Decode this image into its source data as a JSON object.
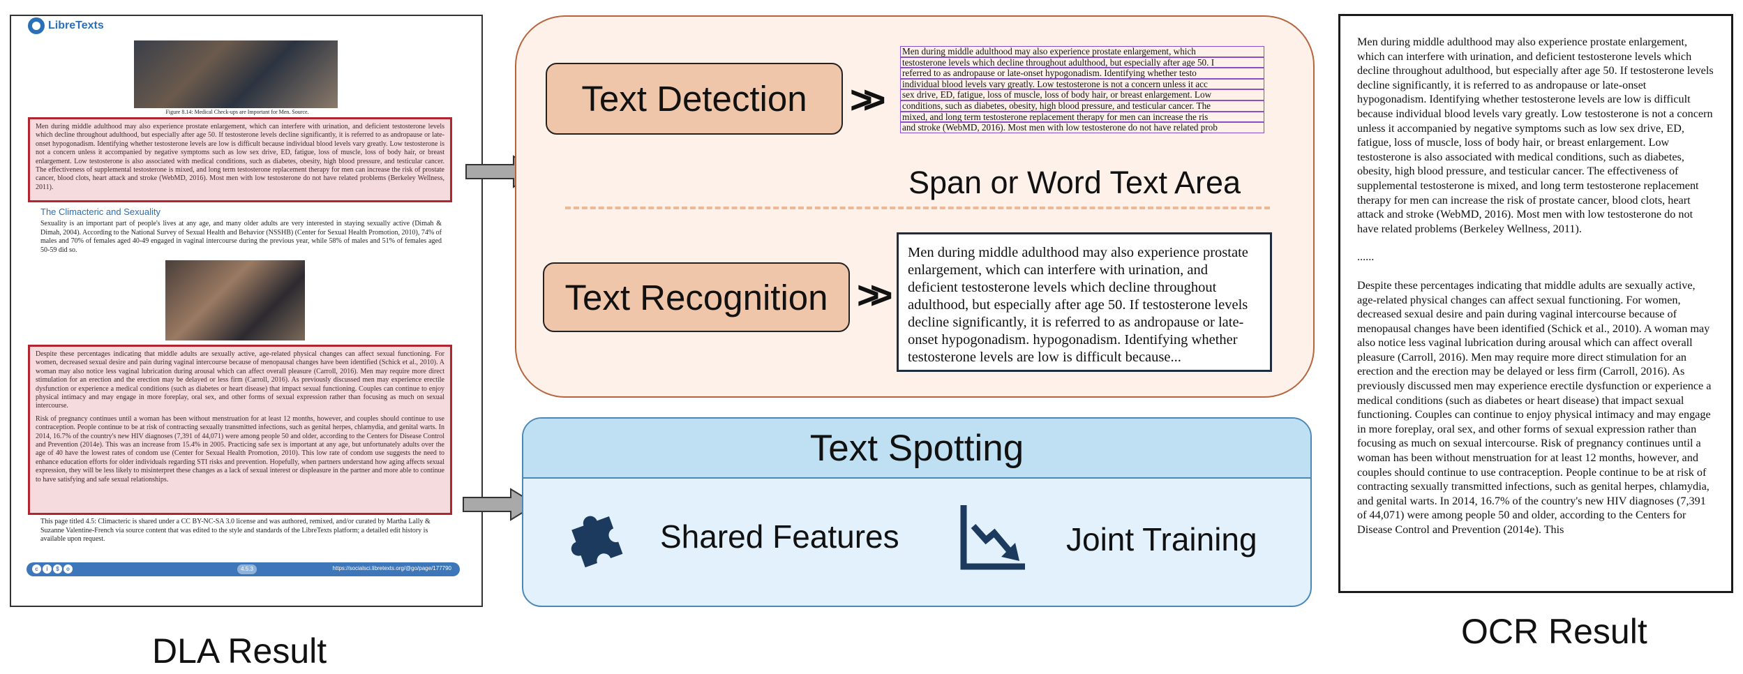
{
  "document": {
    "logo_text": "LibreTexts",
    "figure_caption": "Figure 8.14: Medical Check-ups are Important for Men. Source.",
    "red_block_1": "Men during middle adulthood may also experience prostate enlargement, which can interfere with urination, and deficient testosterone levels which decline throughout adulthood, but especially after age 50. If testosterone levels decline significantly, it is referred to as andropause or late-onset hypogonadism. Identifying whether testosterone levels are low is difficult because individual blood levels vary greatly. Low testosterone is not a concern unless it accompanied by negative symptoms such as low sex drive, ED, fatigue, loss of muscle, loss of body hair, or breast enlargement. Low testosterone is also associated with medical conditions, such as diabetes, obesity, high blood pressure, and testicular cancer. The effectiveness of supplemental testosterone is mixed, and long term testosterone replacement therapy for men can increase the risk of prostate cancer, blood clots, heart attack and stroke (WebMD, 2016). Most men with low testosterone do not have related problems (Berkeley Wellness, 2011).",
    "subheading": "The Climacteric and Sexuality",
    "sexuality_paragraph": "Sexuality is an important part of people's lives at any age, and many older adults are very interested in staying sexually active (Dimah & Dimah, 2004). According to the National Survey of Sexual Health and Behavior (NSSHB) (Center for Sexual Health Promotion, 2010), 74% of males and 70% of females aged 40-49 engaged in vaginal intercourse during the previous year, while 58% of males and 51% of females aged 50-59 did so.",
    "red_block_2a": "Despite these percentages indicating that middle adults are sexually active, age-related physical changes can affect sexual functioning. For women, decreased sexual desire and pain during vaginal intercourse because of menopausal changes have been identified (Schick et al., 2010). A woman may also notice less vaginal lubrication during arousal which can affect overall pleasure (Carroll, 2016). Men may require more direct stimulation for an erection and the erection may be delayed or less firm (Carroll, 2016). As previously discussed men may experience erectile dysfunction or experience a medical conditions (such as diabetes or heart disease) that impact sexual functioning. Couples can continue to enjoy physical intimacy and may engage in more foreplay, oral sex, and other forms of sexual expression rather than focusing as much on sexual intercourse.",
    "red_block_2b": "Risk of pregnancy continues until a woman has been without menstruation for at least 12 months, however, and couples should continue to use contraception. People continue to be at risk of contracting sexually transmitted infections, such as genital herpes, chlamydia, and genital warts. In 2014, 16.7% of the country's new HIV diagnoses (7,391 of 44,071) were among people 50 and older, according to the Centers for Disease Control and Prevention (2014e). This was an increase from 15.4% in 2005. Practicing safe sex is important at any age, but unfortunately adults over the age of 40 have the lowest rates of condom use (Center for Sexual Health Promotion, 2010). This low rate of condom use suggests the need to enhance education efforts for older individuals regarding STI risks and prevention. Hopefully, when partners understand how aging affects sexual expression, they will be less likely to misinterpret these changes as a lack of sexual interest or displeasure in the partner and more able to continue to have satisfying and safe sexual relationships.",
    "license_text": "This page titled 4.5: Climacteric is shared under a CC BY-NC-SA 3.0 license and was authored, remixed, and/or curated by Martha Lally & Suzanne Valentine-French via source content that was edited to the style and standards of the LibreTexts platform; a detailed edit history is available upon request.",
    "footer_page": "4.5.3",
    "footer_url": "https://socialsci.libretexts.org/@go/page/177790"
  },
  "detection": {
    "label": "Text Detection",
    "lines": [
      "Men during middle adulthood may also experience prostate enlargement, which",
      "testosterone levels which decline throughout adulthood, but especially after age 50. I",
      "referred to as andropause or late-onset hypogonadism. Identifying whether testo",
      "individual blood levels vary greatly. Low testosterone is not a concern unless it acc",
      "sex drive, ED, fatigue, loss of muscle, loss of body hair, or breast enlargement. Low",
      "conditions, such as diabetes, obesity, high blood pressure, and testicular cancer. The",
      "mixed, and long term testosterone replacement therapy for men can increase the ris",
      "and stroke (WebMD, 2016). Most men with low testosterone do not have related prob"
    ],
    "area_label": "Span or Word Text Area"
  },
  "recognition": {
    "label": "Text Recognition",
    "text": "Men during middle adulthood may also experience prostate enlargement, which can interfere with urination, and deficient testosterone levels which decline throughout adulthood, but especially after age 50. If testosterone levels decline significantly, it is referred to as andropause or late-onset hypogonadism. hypogonadism. Identifying whether testosterone levels are low is difficult because..."
  },
  "spotting": {
    "title": "Text Spotting",
    "shared_label": "Shared Features",
    "joint_label": "Joint Training"
  },
  "ocr": {
    "para1": "Men during middle adulthood may also experience prostate enlargement, which can interfere with urination, and deficient testosterone levels which decline throughout adulthood, but especially after age 50. If testosterone levels decline significantly, it is referred to as andropause or late-onset hypogonadism. Identifying whether testosterone levels are low is difficult because individual blood levels vary greatly. Low testosterone is not a concern unless it accompanied by negative symptoms such as low sex drive, ED, fatigue, loss of muscle, loss of body hair, or breast enlargement. Low testosterone is also associated with medical conditions, such as diabetes, obesity, high blood pressure, and testicular cancer. The effectiveness of supplemental testosterone is mixed, and long term testosterone replacement therapy for men can increase the risk of prostate cancer, blood clots, heart attack and stroke (WebMD, 2016). Most men with low testosterone do not have related problems (Berkeley Wellness, 2011).",
    "ellipsis": "......",
    "para2": "Despite these percentages indicating that middle adults are sexually active, age-related physical changes can affect sexual functioning. For women, decreased sexual desire and pain during vaginal intercourse because of menopausal changes have been identified (Schick et al., 2010). A woman may also notice less vaginal lubrication during arousal which can affect overall pleasure (Carroll, 2016). Men may require more direct stimulation for an erection and the erection may be delayed or less firm (Carroll, 2016). As previously discussed men may experience erectile dysfunction or experience a medical conditions (such as diabetes or heart disease) that impact sexual functioning. Couples can continue to enjoy physical intimacy and may engage in more foreplay, oral sex, and other forms of sexual expression rather than focusing as much on sexual intercourse. Risk of pregnancy continues until a woman has been without menstruation for at least 12 months, however, and couples should continue to use contraception. People continue to be at risk of contracting sexually transmitted infections, such as genital herpes, chlamydia, and genital warts. In 2014, 16.7% of the country's new HIV diagnoses (7,391 of 44,071) were among people 50 and older, according to the Centers for Disease Control and Prevention (2014e). This"
  },
  "labels": {
    "dla": "DLA Result",
    "ocr": "OCR Result"
  },
  "colors": {
    "orange_panel": "#fdf1ea",
    "orange_border": "#b7643c",
    "pill_fill": "#efc6a9",
    "blue_panel": "#e2f1fb",
    "blue_header": "#bfe0f3",
    "icon_navy": "#1c3a5e",
    "red_box": "#b0262f",
    "detect_box": "#8a4fc7"
  }
}
